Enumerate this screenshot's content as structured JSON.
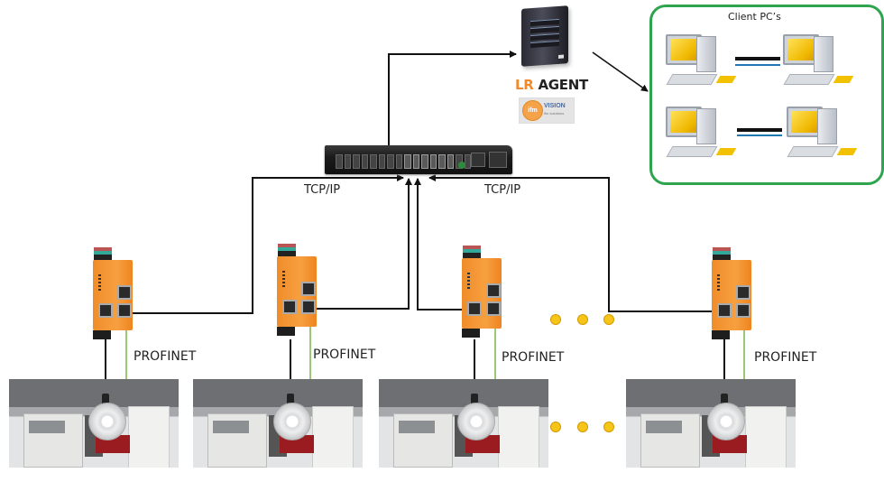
{
  "diagram": {
    "title": "LR Agent network topology",
    "server": {
      "icon": "server-icon",
      "label_prefix": "LR",
      "label_suffix": " AGENT",
      "logo_text": "VISION",
      "logo_subtext": "ifm solutions",
      "logo_badge": "ifm"
    },
    "switch": {
      "icon": "network-switch-icon"
    },
    "client_group": {
      "title": "Client PC’s",
      "pcs": [
        {
          "icon": "desktop-pc-icon"
        },
        {
          "icon": "desktop-pc-icon"
        },
        {
          "icon": "desktop-pc-icon"
        },
        {
          "icon": "desktop-pc-icon"
        }
      ],
      "border_color": "#2ea44f"
    },
    "protocol_labels": {
      "left": "TCP/IP",
      "right": "TCP/IP"
    },
    "stations": [
      {
        "gateway": "io-link-master-icon",
        "fieldbus_label": "PROFINET",
        "machine": "machine-photo"
      },
      {
        "gateway": "io-link-master-icon",
        "fieldbus_label": "PROFINET",
        "machine": "machine-photo"
      },
      {
        "gateway": "io-link-master-icon",
        "fieldbus_label": "PROFINET",
        "machine": "machine-photo"
      },
      {
        "gateway": "io-link-master-icon",
        "fieldbus_label": "PROFINET",
        "machine": "machine-photo"
      }
    ],
    "ellipsis_dots": 3,
    "colors": {
      "gateway_orange": "#f39530",
      "profinet_line": "#7ab648",
      "wire": "#111111",
      "dot_fill": "#f5c518",
      "lr_orange": "#f08a2c",
      "client_link_blue": "#1f77b4"
    }
  }
}
